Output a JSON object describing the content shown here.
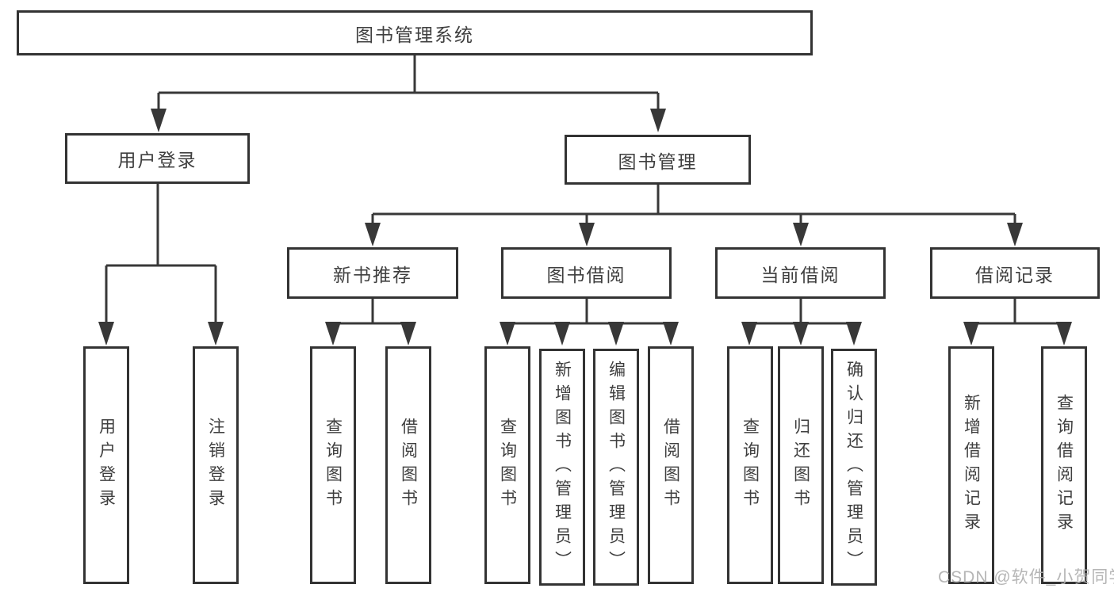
{
  "diagram_title": "图书管理系统",
  "tree": {
    "root": {
      "label": "图书管理系统"
    },
    "branches": [
      {
        "label": "用户登录",
        "children": [
          {
            "label": "用户登录"
          },
          {
            "label": "注销登录"
          }
        ]
      },
      {
        "label": "图书管理",
        "children": [
          {
            "label": "新书推荐",
            "children": [
              {
                "label": "查询图书"
              },
              {
                "label": "借阅图书"
              }
            ]
          },
          {
            "label": "图书借阅",
            "children": [
              {
                "label": "查询图书"
              },
              {
                "label": "新增图书（管理员）"
              },
              {
                "label": "编辑图书（管理员）"
              },
              {
                "label": "借阅图书"
              }
            ]
          },
          {
            "label": "当前借阅",
            "children": [
              {
                "label": "查询图书"
              },
              {
                "label": "归还图书"
              },
              {
                "label": "确认归还（管理员）"
              }
            ]
          },
          {
            "label": "借阅记录",
            "children": [
              {
                "label": "新增借阅记录"
              },
              {
                "label": "查询借阅记录"
              }
            ]
          }
        ]
      }
    ]
  },
  "watermark": {
    "text": "CSDN @软件_小贺同学"
  },
  "colors": {
    "line": "#383838",
    "box_border": "#333333",
    "text": "#3f3f3f",
    "background": "#ffffff",
    "watermark": "#b0b0b0"
  }
}
